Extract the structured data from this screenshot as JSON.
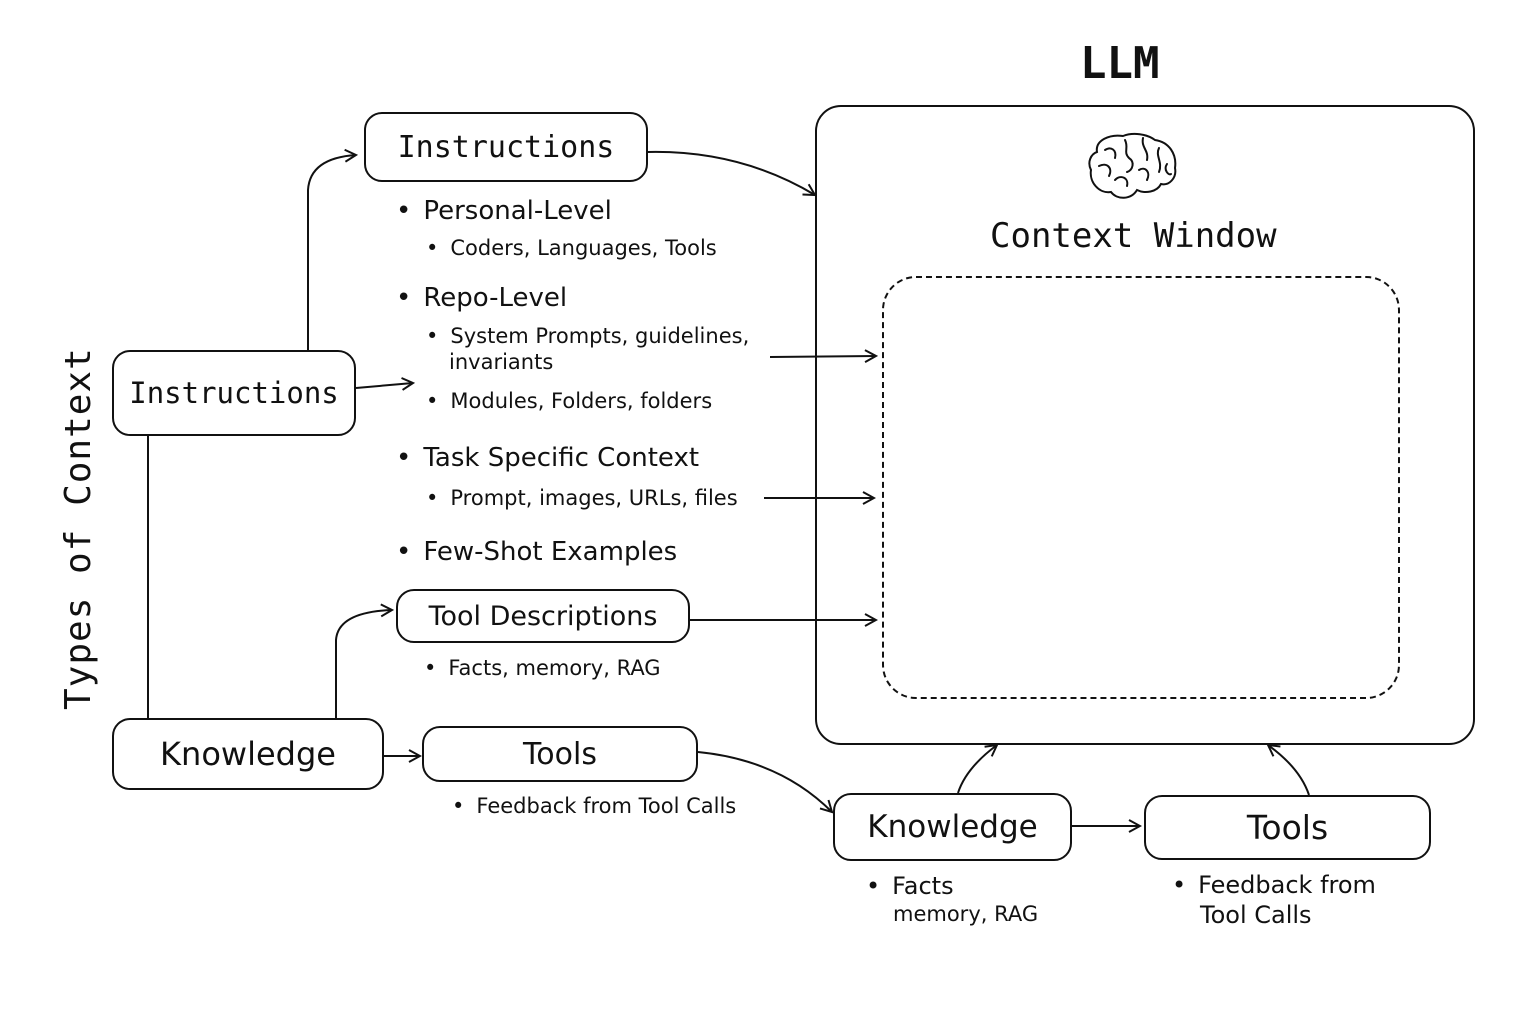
{
  "llm": {
    "title": "LLM",
    "context_window_title": "Context Window",
    "icon": "brain-icon"
  },
  "side_label": "Types of Context",
  "left_nodes": {
    "instructions": "Instructions",
    "knowledge": "Knowledge"
  },
  "middle_nodes": {
    "instructions": "Instructions",
    "tool_descriptions": "Tool Descriptions",
    "tools": "Tools"
  },
  "instructions_list": [
    {
      "label": "Personal-Level",
      "children": [
        "Coders, Languages, Tools"
      ]
    },
    {
      "label": "Repo-Level",
      "children": [
        "System Prompts, guidelines,",
        "invariants",
        "Modules, Folders, folders"
      ]
    },
    {
      "label": "Task Specific Context",
      "children": [
        "Prompt, images, URLs, files"
      ]
    },
    {
      "label": "Few-Shot Examples",
      "children": []
    }
  ],
  "tool_descriptions_list": [
    "Facts, memory, RAG"
  ],
  "tools_list": [
    "Feedback from Tool Calls"
  ],
  "bottom_nodes": {
    "knowledge": "Knowledge",
    "knowledge_notes": [
      "Facts",
      "memory, RAG"
    ],
    "tools": "Tools",
    "tools_notes": [
      "Feedback from",
      "Tool Calls"
    ]
  }
}
